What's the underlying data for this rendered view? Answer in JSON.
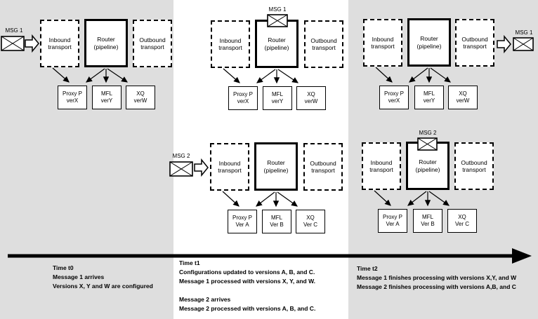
{
  "colors": {
    "column_shade": "#dedede",
    "box_fill": "#ffffff",
    "line_color": "#000000"
  },
  "icons": {
    "message": "envelope-icon",
    "message_flow": "block-arrow-icon",
    "timeline": "timeline-arrow-icon"
  },
  "groups": [
    {
      "id": "t0-message1",
      "message": {
        "label": "MSG 1",
        "position": "incoming-left"
      },
      "inbound_label": "Inbound transport",
      "router_label": "Router (pipeline)",
      "outbound_label": "Outbound transport",
      "services": [
        {
          "name": "Proxy P",
          "version": "verX"
        },
        {
          "name": "MFL",
          "version": "verY"
        },
        {
          "name": "XQ",
          "version": "verW"
        }
      ]
    },
    {
      "id": "t1-message1",
      "message": {
        "label": "MSG 1",
        "position": "on-router"
      },
      "inbound_label": "Inbound transport",
      "router_label": "Router (pipeline)",
      "outbound_label": "Outbound transport",
      "services": [
        {
          "name": "Proxy P",
          "version": "verX"
        },
        {
          "name": "MFL",
          "version": "verY"
        },
        {
          "name": "XQ",
          "version": "verW"
        }
      ]
    },
    {
      "id": "t1-message2",
      "message": {
        "label": "MSG 2",
        "position": "incoming-left"
      },
      "inbound_label": "Inbound transport",
      "router_label": "Router (pipeline)",
      "outbound_label": "Outbound transport",
      "services": [
        {
          "name": "Proxy P",
          "version": "Ver A"
        },
        {
          "name": "MFL",
          "version": "Ver B"
        },
        {
          "name": "XQ",
          "version": "Ver C"
        }
      ]
    },
    {
      "id": "t2-message1",
      "message": {
        "label": "MSG 1",
        "position": "outgoing-right"
      },
      "inbound_label": "Inbound transport",
      "router_label": "Router (pipeline)",
      "outbound_label": "Outbound transport",
      "services": [
        {
          "name": "Proxy P",
          "version": "verX"
        },
        {
          "name": "MFL",
          "version": "verY"
        },
        {
          "name": "XQ",
          "version": "verW"
        }
      ]
    },
    {
      "id": "t2-message2",
      "message": {
        "label": "MSG 2",
        "position": "on-router"
      },
      "inbound_label": "Inbound transport",
      "router_label": "Router (pipeline)",
      "outbound_label": "Outbound transport",
      "services": [
        {
          "name": "Proxy P",
          "version": "Ver A"
        },
        {
          "name": "MFL",
          "version": "Ver B"
        },
        {
          "name": "XQ",
          "version": "Ver C"
        }
      ]
    }
  ],
  "timeline": {
    "t0": {
      "heading": "Time t0",
      "lines": [
        "Message 1 arrives",
        "Versions X, Y and W are configured"
      ]
    },
    "t1": {
      "heading": "Time t1",
      "para1": [
        "Configurations updated to versions A, B, and C.",
        "Message 1 processed with versions X, Y, and W."
      ],
      "para2": [
        "Message 2 arrives",
        "Message 2 processed with versions A, B, and C."
      ]
    },
    "t2": {
      "heading": "Time t2",
      "lines": [
        "Message 1 finishes processing with versions X,Y, and W",
        "Message 2 finishes processing with versions A,B, and C"
      ]
    }
  }
}
